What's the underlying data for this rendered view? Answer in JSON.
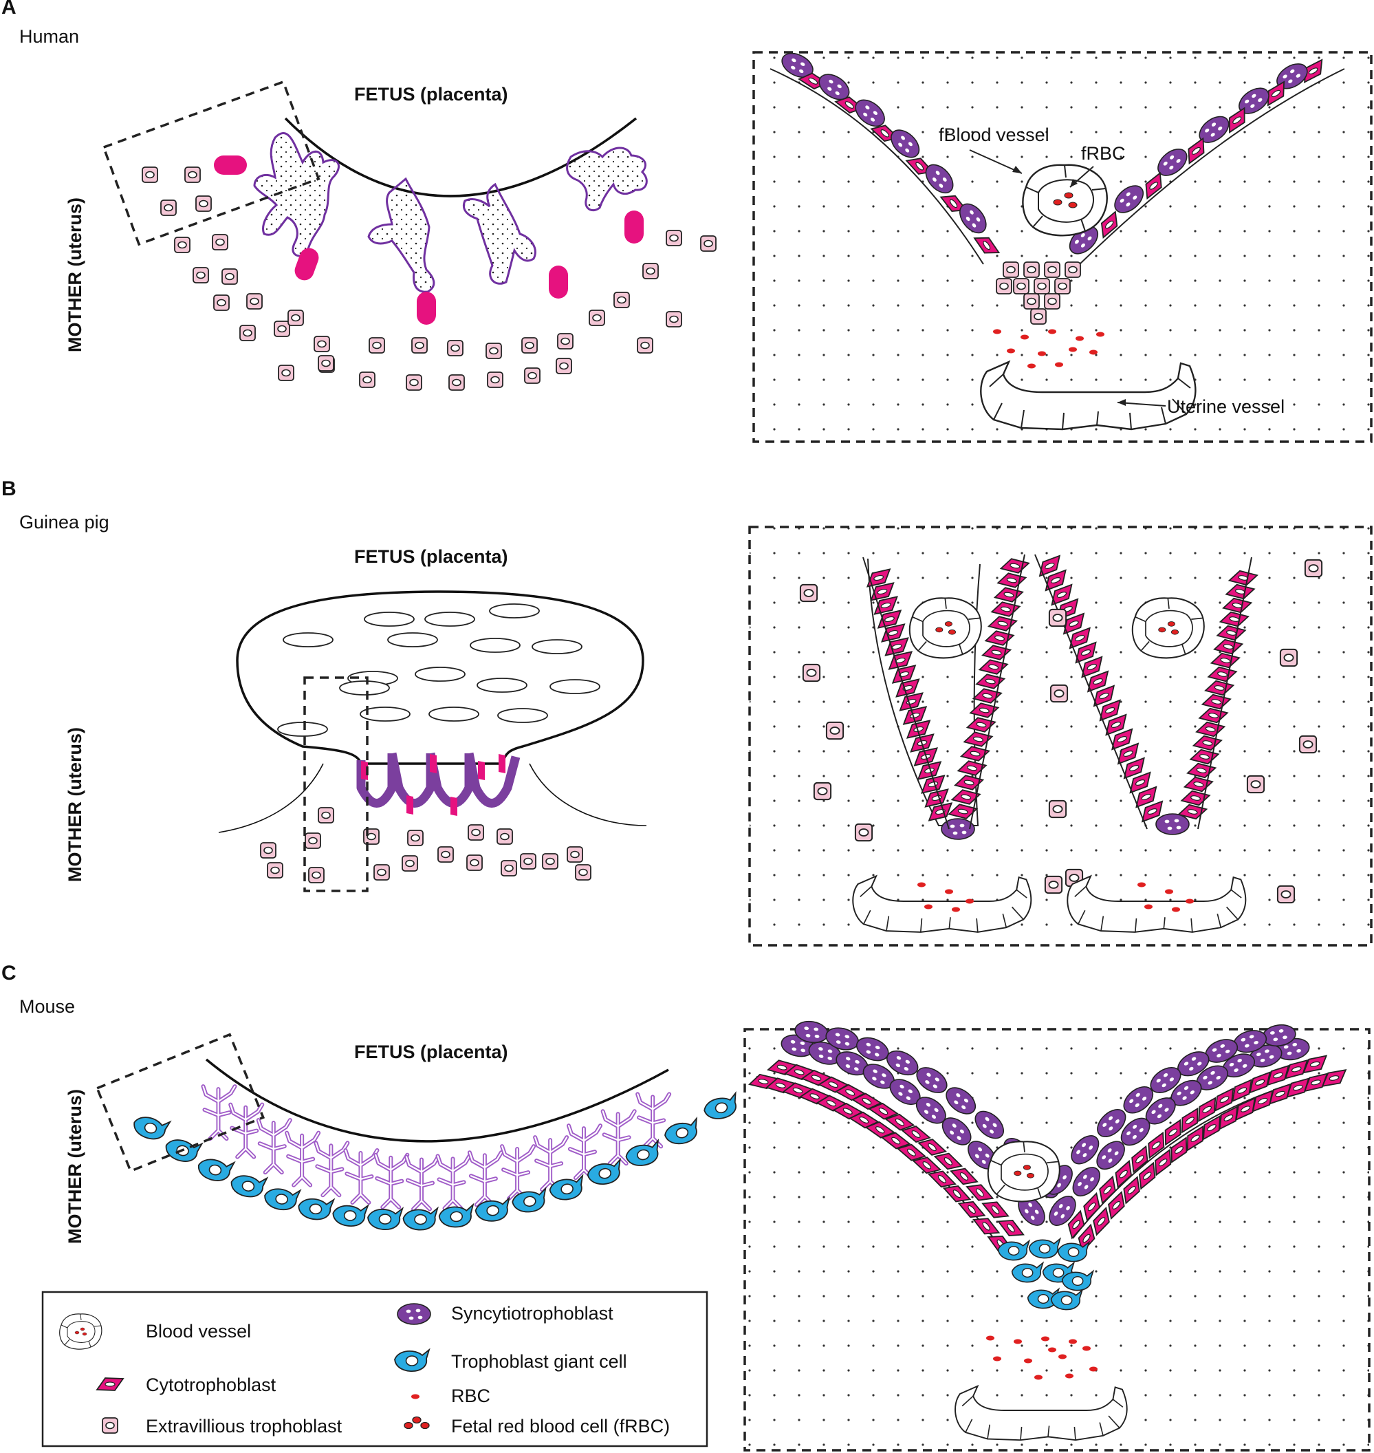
{
  "panels": [
    {
      "letter": "A",
      "species": "Human",
      "fetus_label": "FETUS (placenta)",
      "mother_label": "MOTHER (uterus)",
      "callouts": {
        "vessel": "fBlood vessel",
        "frbc": "fRBC",
        "uterine": "Uterine vessel"
      }
    },
    {
      "letter": "B",
      "species": "Guinea pig",
      "fetus_label": "FETUS (placenta)",
      "mother_label": "MOTHER (uterus)"
    },
    {
      "letter": "C",
      "species": "Mouse",
      "fetus_label": "FETUS (placenta)",
      "mother_label": "MOTHER (uterus)"
    }
  ],
  "legend": {
    "items": [
      {
        "key": "blood_vessel",
        "label": "Blood vessel"
      },
      {
        "key": "cytotrophoblast",
        "label": "Cytotrophoblast"
      },
      {
        "key": "extravillous",
        "label": "Extravillious trophoblast"
      },
      {
        "key": "syncytiotrophoblast",
        "label": "Syncytiotrophoblast"
      },
      {
        "key": "giant_cell",
        "label": "Trophoblast giant cell"
      },
      {
        "key": "rbc",
        "label": "RBC"
      },
      {
        "key": "frbc",
        "label": "Fetal red blood cell (fRBC)"
      }
    ]
  },
  "colors": {
    "cytotrophoblast": "#e6127f",
    "syncytiotrophoblast": "#7b3f9e",
    "villus_outline": "#7030a0",
    "mouse_villus": "#a05cc8",
    "extravillous_fill": "#f4c7d6",
    "giant_cell": "#29abe2",
    "rbc": "#e02020"
  }
}
